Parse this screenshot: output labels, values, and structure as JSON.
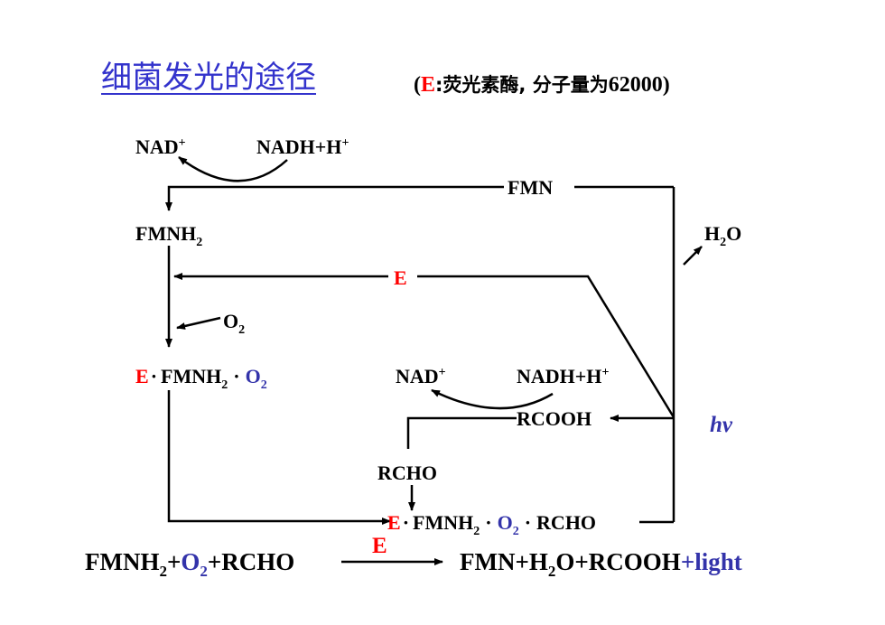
{
  "title": "细菌发光的途径",
  "subtitle": {
    "prefix": "(",
    "enzyme_symbol": "E",
    "text_zh": ":荧光素酶, 分子量为",
    "mw": "62000",
    "suffix": ")"
  },
  "colors": {
    "title": "#3333cc",
    "enzyme": "#ff0000",
    "oxygen": "#3333aa",
    "text": "#000000"
  },
  "diagram": {
    "nad_plus_top": "NAD",
    "nadh_top": "NADH+H",
    "fmn": "FMN",
    "fmnh2": "FMNH",
    "h2o_right": "H",
    "enzyme_mid": "E",
    "o2": "O",
    "complex1_e": "E",
    "complex1_fmnh2": "FMNH",
    "complex1_o2": "O",
    "nad_plus_mid": "NAD",
    "nadh_mid": "NADH+H",
    "rcooh": "RCOOH",
    "hv": "hv",
    "rcho": "RCHO",
    "complex2_e": "E",
    "complex2_fmnh2": "FMNH",
    "complex2_o2": "O",
    "complex2_rcho": "RCHO",
    "plus_sup": "+",
    "sub2": "2",
    "dot": "·",
    "oxygen_o": "O"
  },
  "equation": {
    "reactant_fmnh2": "FMNH",
    "reactant_o2": "O",
    "reactant_rcho": "RCHO",
    "plus": "+",
    "catalyst": "E",
    "product_fmn": "FMN",
    "product_h2o": "H",
    "product_rcooh": "RCOOH",
    "product_light": "light"
  }
}
